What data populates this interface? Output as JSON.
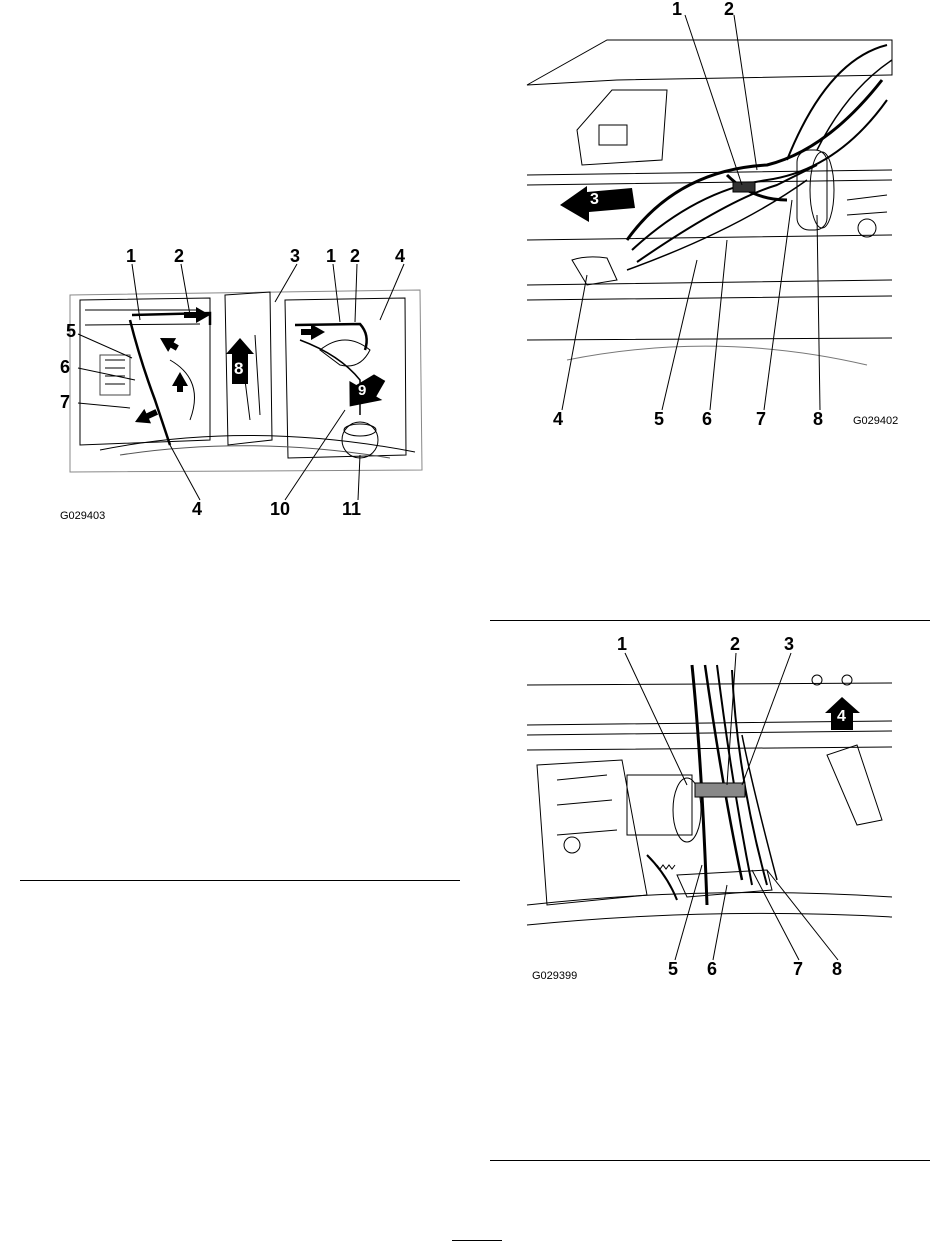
{
  "figure_left": {
    "code": "G029403",
    "callouts_top": [
      "1",
      "2",
      "3",
      "1",
      "2",
      "4"
    ],
    "callouts_left": [
      "5",
      "6",
      "7"
    ],
    "callouts_bottom": [
      "4",
      "10",
      "11"
    ],
    "arrow_labels": [
      "8",
      "9"
    ]
  },
  "figure_top_right": {
    "code": "G029402",
    "callouts_top": [
      "1",
      "2"
    ],
    "callouts_bottom": [
      "4",
      "5",
      "6",
      "7",
      "8"
    ],
    "arrow_labels": [
      "3"
    ]
  },
  "figure_bottom_right": {
    "code": "G029399",
    "callouts_top": [
      "1",
      "2",
      "3"
    ],
    "callouts_bottom": [
      "5",
      "6",
      "7",
      "8"
    ],
    "arrow_labels": [
      "4"
    ]
  }
}
